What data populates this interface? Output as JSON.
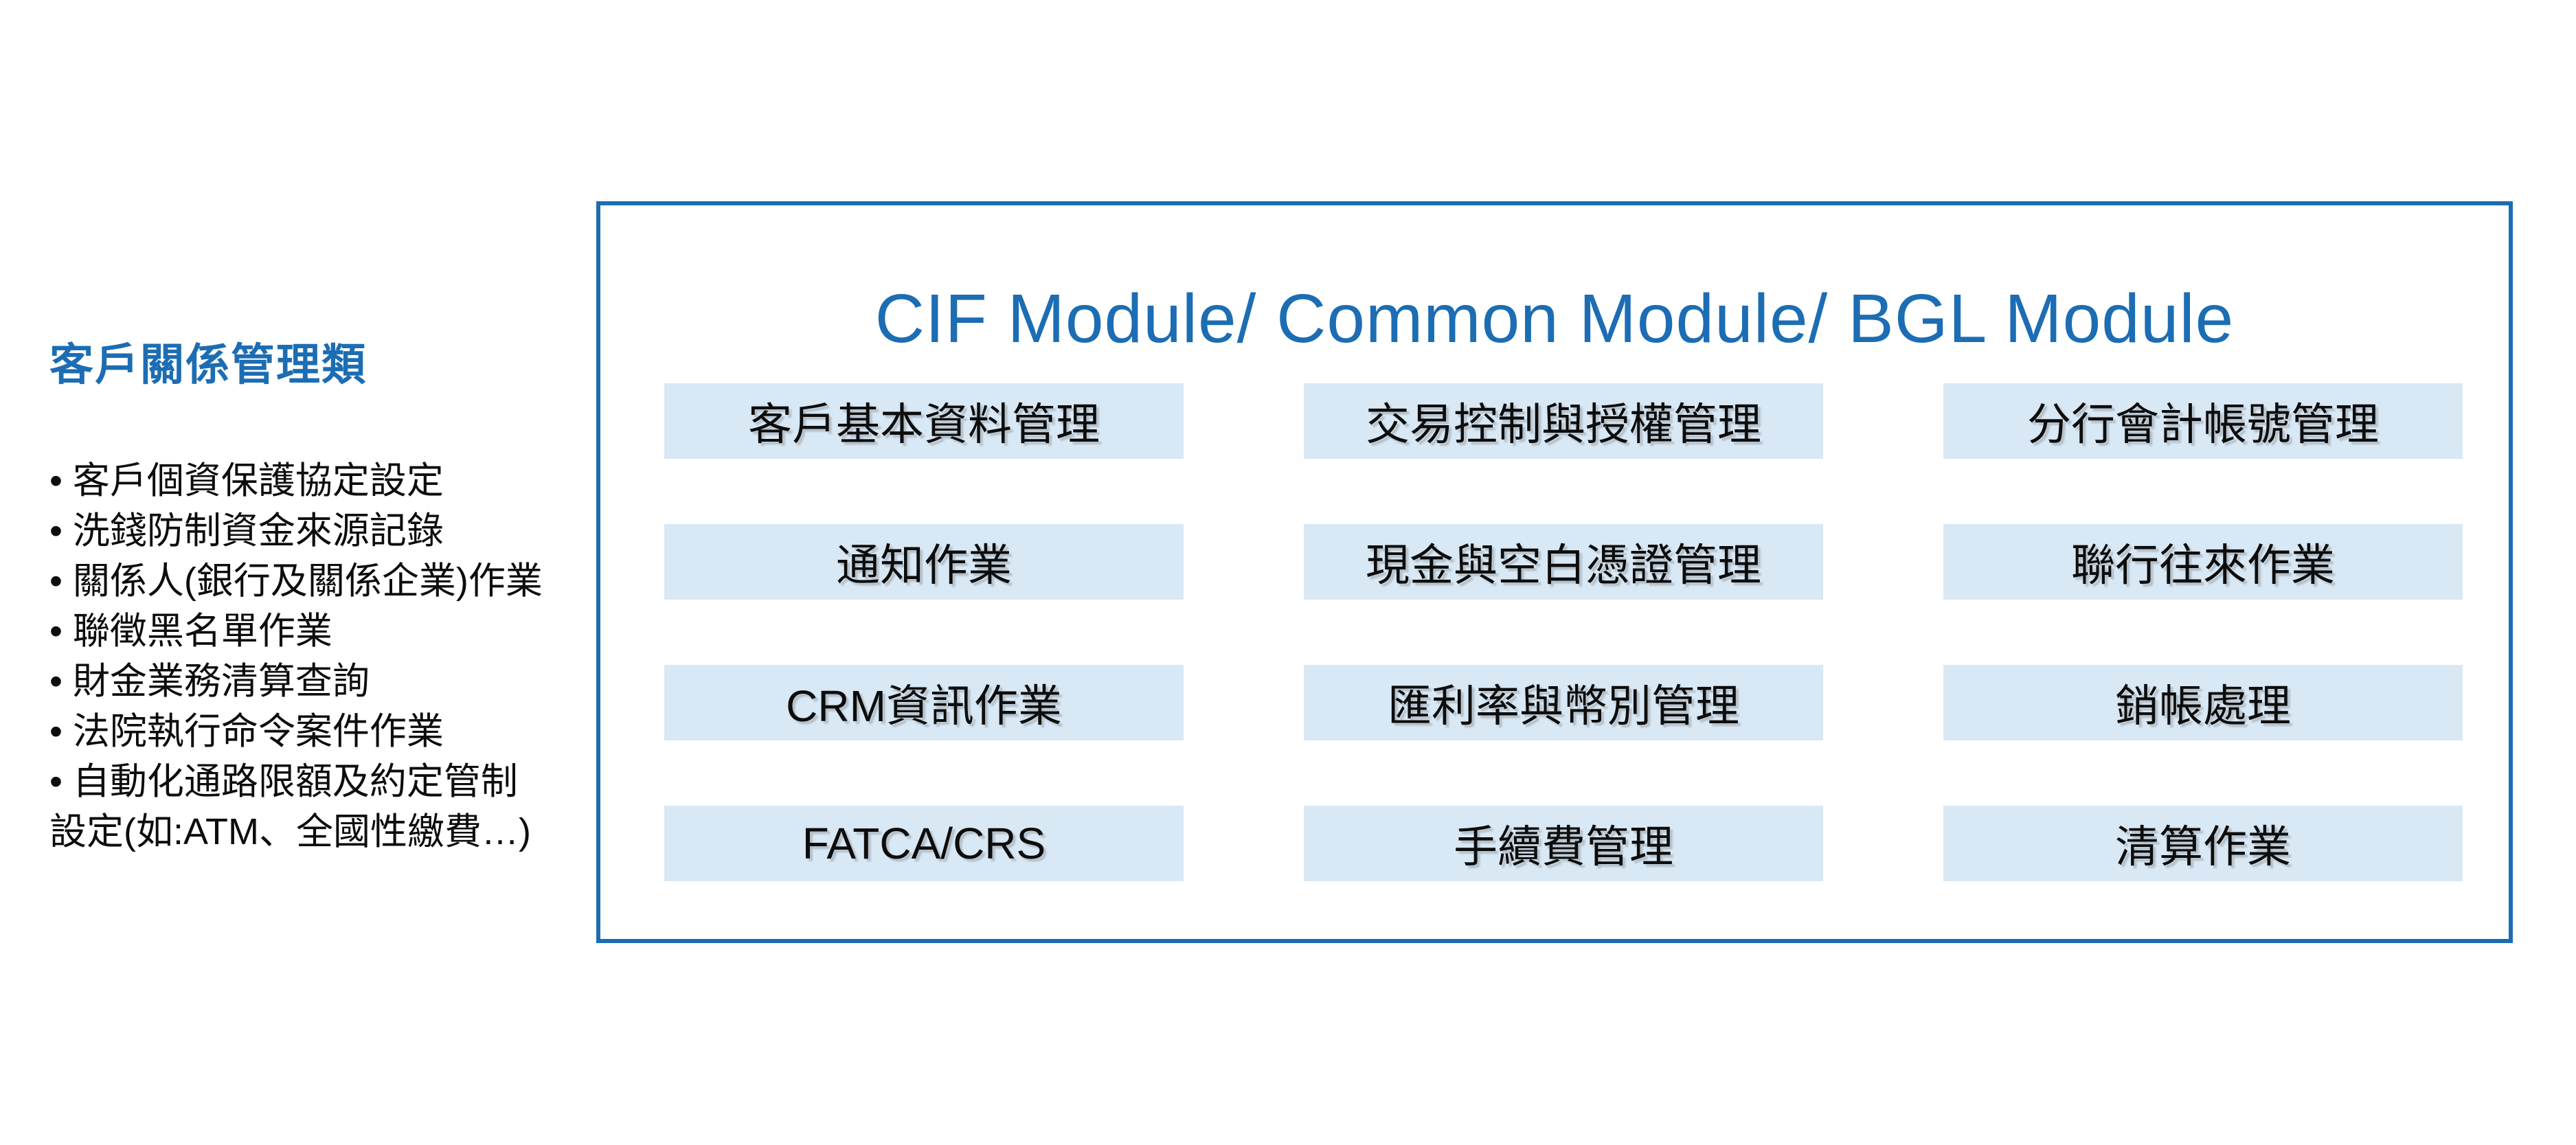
{
  "left_panel": {
    "title": "客戶關係管理類",
    "bullet": "•",
    "items": [
      "客戶個資保護協定設定",
      "洗錢防制資金來源記錄",
      "關係人(銀行及關係企業)作業",
      "聯徵黑名單作業",
      "財金業務清算查詢",
      "法院執行命令案件作業",
      "自動化通路限額及約定管制設定(如:ATM、全國性繳費…)"
    ]
  },
  "module_box": {
    "title": "CIF Module/ Common Module/ BGL Module",
    "cells": [
      [
        "客戶基本資料管理",
        "交易控制與授權管理",
        "分行會計帳號管理"
      ],
      [
        "通知作業",
        "現金與空白憑證管理",
        "聯行往來作業"
      ],
      [
        "CRM資訊作業",
        "匯利率與幣別管理",
        "銷帳處理"
      ],
      [
        "FATCA/CRS",
        "手續費管理",
        "清算作業"
      ]
    ]
  },
  "colors": {
    "accent_blue": "#1c6db3",
    "cell_background": "#d8e8f5",
    "text_black": "#0d0d0d"
  }
}
